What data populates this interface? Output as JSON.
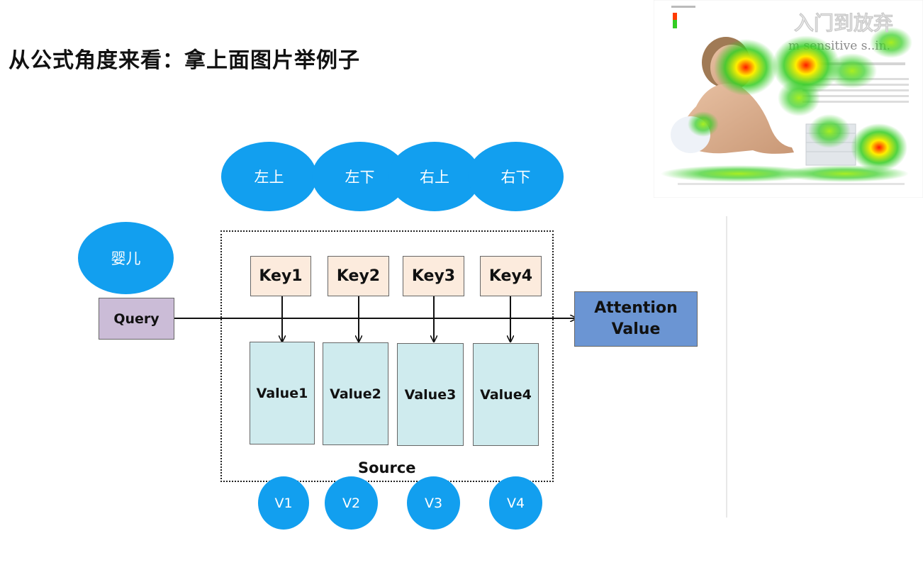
{
  "title": "从公式角度来看：拿上面图片举例子",
  "regions": [
    "左上",
    "左下",
    "右上",
    "右下"
  ],
  "subject": "婴儿",
  "query_label": "Query",
  "keys": [
    "Key1",
    "Key2",
    "Key3",
    "Key4"
  ],
  "values": [
    "Value1",
    "Value2",
    "Value3",
    "Value4"
  ],
  "source_label": "Source",
  "attention_value": [
    "Attention",
    "Value"
  ],
  "v_labels": [
    "V1",
    "V2",
    "V3",
    "V4"
  ],
  "heatmap_overlay_text": "入门到放弃",
  "heatmap_ad_text": "m  sensitive s..in.",
  "colors": {
    "ellipse": "#129fef",
    "key_fill": "#fcebdd",
    "value_fill": "#cfebee",
    "query_fill": "#cbbcd7",
    "attention_fill": "#6b95d3"
  }
}
